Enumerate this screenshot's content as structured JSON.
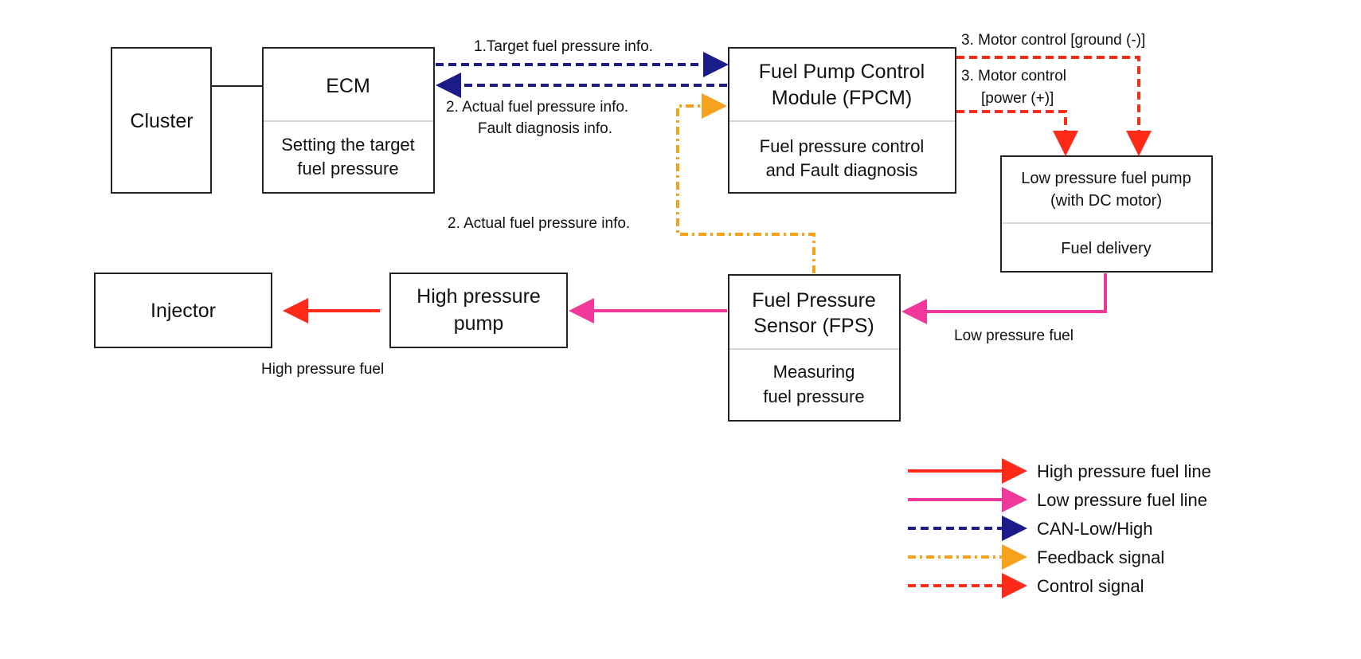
{
  "colors": {
    "high_pressure_fuel": "#ff2a1a",
    "low_pressure_fuel": "#f0389a",
    "can": "#1c1c88",
    "feedback": "#f7a21c",
    "control": "#ff2a1a"
  },
  "boxes": {
    "cluster": {
      "title": "Cluster"
    },
    "ecm": {
      "title": "ECM",
      "desc_lines": [
        "Setting the target",
        "fuel pressure"
      ]
    },
    "fpcm": {
      "title_lines": [
        "Fuel Pump Control",
        "Module (FPCM)"
      ],
      "desc_lines": [
        "Fuel pressure control",
        "and Fault diagnosis"
      ]
    },
    "low_pump": {
      "title_lines": [
        "Low pressure fuel pump",
        "(with DC motor)"
      ],
      "desc": "Fuel delivery"
    },
    "fps": {
      "title_lines": [
        "Fuel Pressure",
        "Sensor (FPS)"
      ],
      "desc_lines": [
        "Measuring",
        "fuel pressure"
      ]
    },
    "high_pump": {
      "title_lines": [
        "High pressure",
        "pump"
      ]
    },
    "injector": {
      "title": "Injector"
    }
  },
  "labels": {
    "target_info": "1.Target fuel pressure info.",
    "actual_info_1": "2. Actual  fuel pressure info.",
    "fault_info": "Fault diagnosis info.",
    "actual_info_2": "2. Actual  fuel pressure info.",
    "motor_ground": "3. Motor control [ground (-)]",
    "motor_power_1": "3. Motor control",
    "motor_power_2": "[power (+)]",
    "low_pressure_fuel": "Low pressure fuel",
    "high_pressure_fuel": "High pressure fuel"
  },
  "legend": [
    {
      "label": "High pressure fuel line",
      "style": "solid-red"
    },
    {
      "label": "Low pressure fuel line",
      "style": "solid-pink"
    },
    {
      "label": "CAN-Low/High",
      "style": "dashed-blue"
    },
    {
      "label": "Feedback signal",
      "style": "dashdot-orange"
    },
    {
      "label": "Control signal",
      "style": "dashed-red"
    }
  ]
}
